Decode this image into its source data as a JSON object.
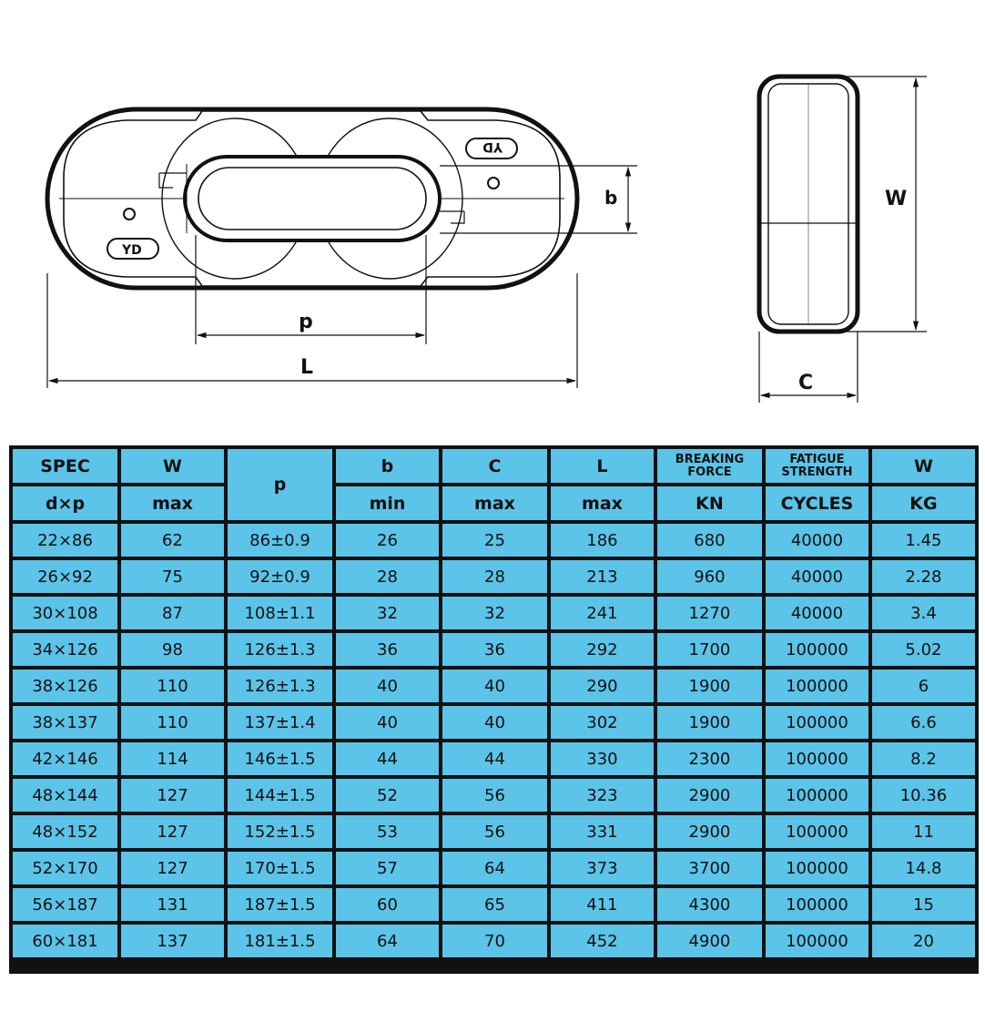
{
  "diagram": {
    "label_b": "b",
    "label_p": "p",
    "label_L": "L",
    "label_W": "W",
    "label_C": "C",
    "mark": "YD"
  },
  "table": {
    "headers_top": [
      "SPEC",
      "W",
      "p",
      "b",
      "C",
      "L",
      "BREAKING FORCE",
      "FATIGUE STRENGTH",
      "W"
    ],
    "headers_bottom": [
      "d×p",
      "max",
      "min",
      "max",
      "max",
      "KN",
      "CYCLES",
      "KG"
    ],
    "rows": [
      [
        "22×86",
        "62",
        "86±0.9",
        "26",
        "25",
        "186",
        "680",
        "40000",
        "1.45"
      ],
      [
        "26×92",
        "75",
        "92±0.9",
        "28",
        "28",
        "213",
        "960",
        "40000",
        "2.28"
      ],
      [
        "30×108",
        "87",
        "108±1.1",
        "32",
        "32",
        "241",
        "1270",
        "40000",
        "3.4"
      ],
      [
        "34×126",
        "98",
        "126±1.3",
        "36",
        "36",
        "292",
        "1700",
        "100000",
        "5.02"
      ],
      [
        "38×126",
        "110",
        "126±1.3",
        "40",
        "40",
        "290",
        "1900",
        "100000",
        "6"
      ],
      [
        "38×137",
        "110",
        "137±1.4",
        "40",
        "40",
        "302",
        "1900",
        "100000",
        "6.6"
      ],
      [
        "42×146",
        "114",
        "146±1.5",
        "44",
        "44",
        "330",
        "2300",
        "100000",
        "8.2"
      ],
      [
        "48×144",
        "127",
        "144±1.5",
        "52",
        "56",
        "323",
        "2900",
        "100000",
        "10.36"
      ],
      [
        "48×152",
        "127",
        "152±1.5",
        "53",
        "56",
        "331",
        "2900",
        "100000",
        "11"
      ],
      [
        "52×170",
        "127",
        "170±1.5",
        "57",
        "64",
        "373",
        "3700",
        "100000",
        "14.8"
      ],
      [
        "56×187",
        "131",
        "187±1.5",
        "60",
        "65",
        "411",
        "4300",
        "100000",
        "15"
      ],
      [
        "60×181",
        "137",
        "181±1.5",
        "64",
        "70",
        "452",
        "4900",
        "100000",
        "20"
      ]
    ]
  },
  "colors": {
    "cell": "#5bc4e8",
    "grid": "#111111"
  }
}
